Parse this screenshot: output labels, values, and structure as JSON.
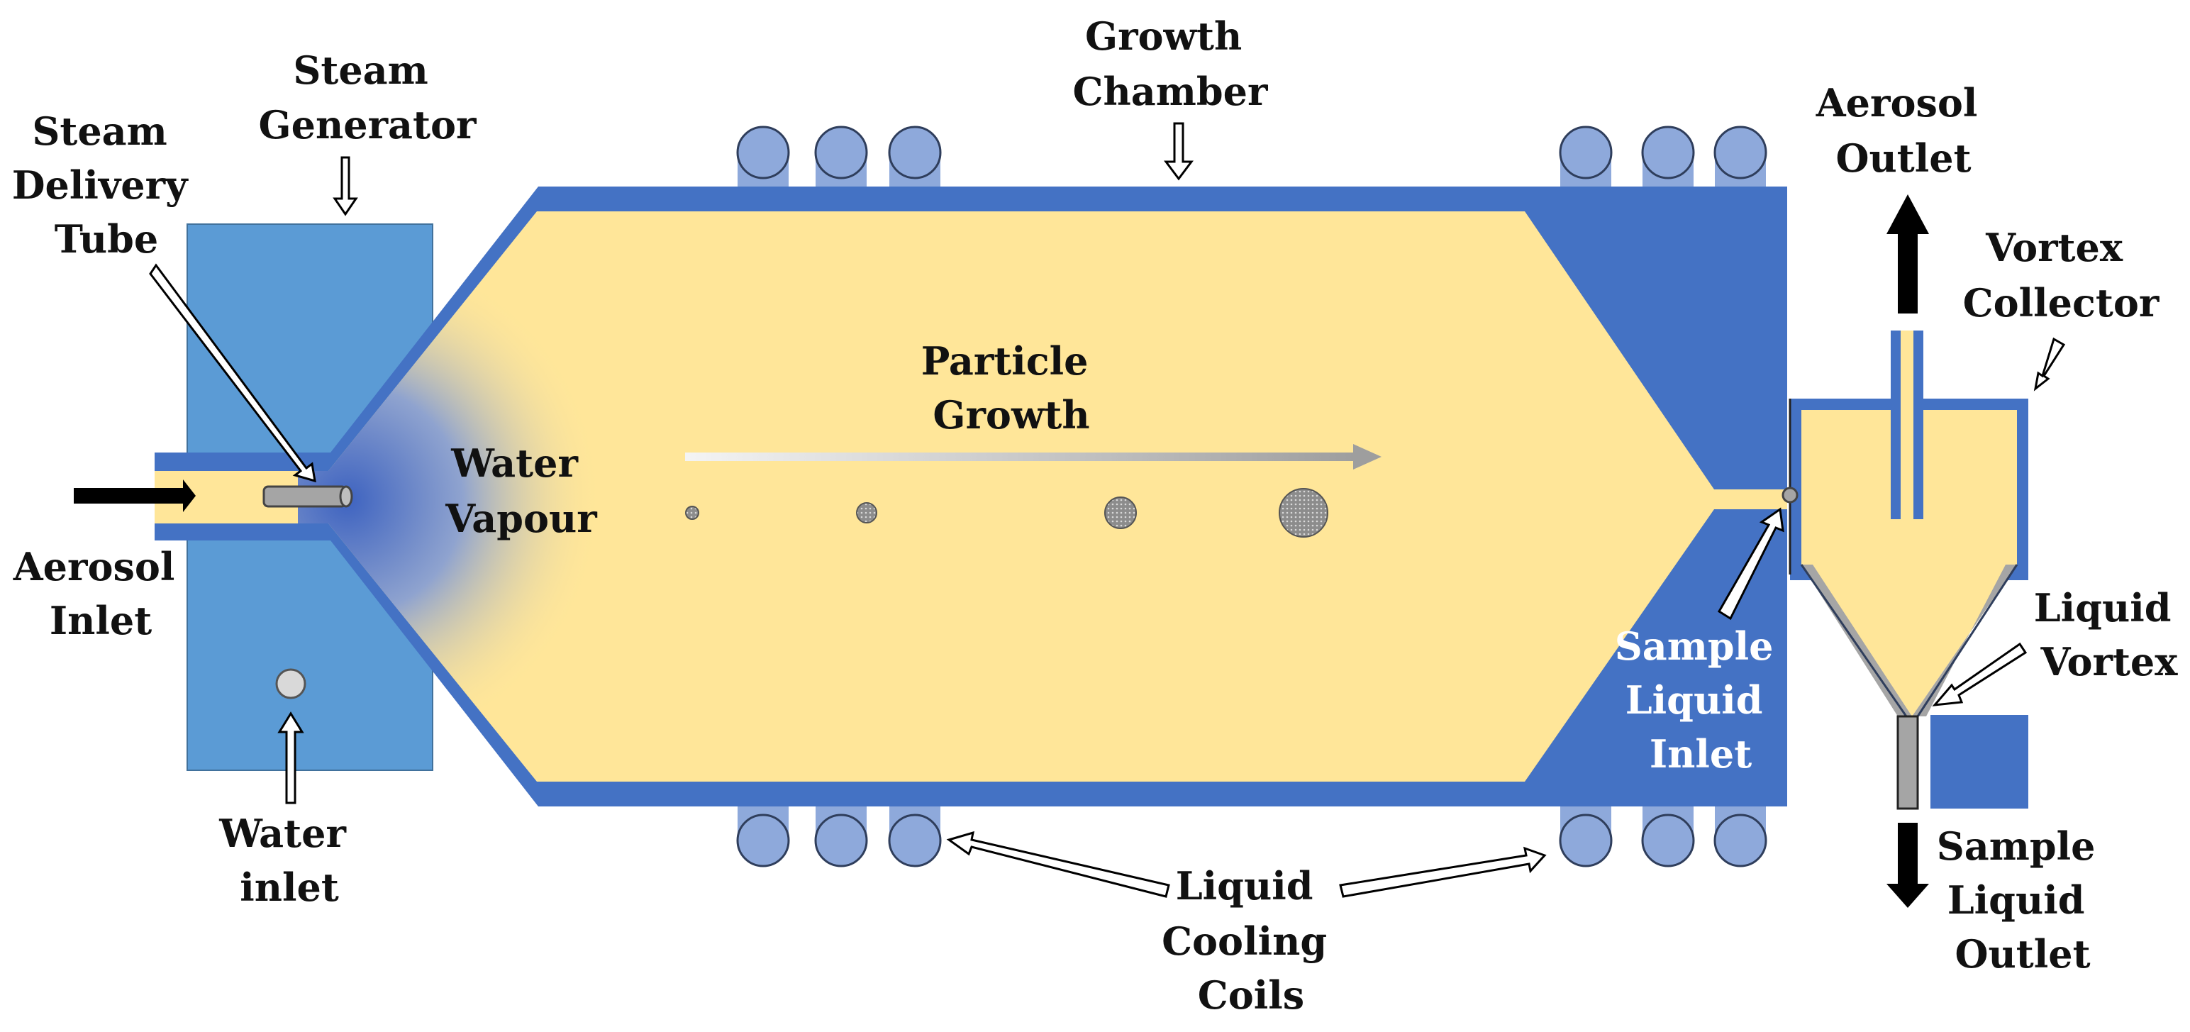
{
  "colors": {
    "chamber_blue": "#4472C4",
    "steam_box": "#5B9BD5",
    "chamber_fill": "#FFE699",
    "coil": "#8EA9DB",
    "grey": "#A5A5A5",
    "outline": "#2F3E5C"
  },
  "labels": {
    "steam_generator": [
      "Steam",
      "Generator"
    ],
    "steam_delivery_tube": [
      "Steam",
      "Delivery",
      "Tube"
    ],
    "growth_chamber": [
      "Growth",
      "Chamber"
    ],
    "aerosol_outlet": [
      "Aerosol",
      "Outlet"
    ],
    "vortex_collector": [
      "Vortex",
      "Collector"
    ],
    "particle_growth": [
      "Particle",
      "Growth"
    ],
    "water_vapour": [
      "Water",
      "Vapour"
    ],
    "aerosol_inlet": [
      "Aerosol",
      "Inlet"
    ],
    "water_inlet": [
      "Water",
      "inlet"
    ],
    "sample_liquid_inlet": [
      "Sample",
      "Liquid",
      "Inlet"
    ],
    "liquid_vortex": [
      "Liquid",
      "Vortex"
    ],
    "sample_liquid_outlet": [
      "Sample",
      "Liquid",
      "Outlet"
    ],
    "liquid_cooling_coils": [
      "Liquid",
      "Cooling",
      "Coils"
    ]
  }
}
